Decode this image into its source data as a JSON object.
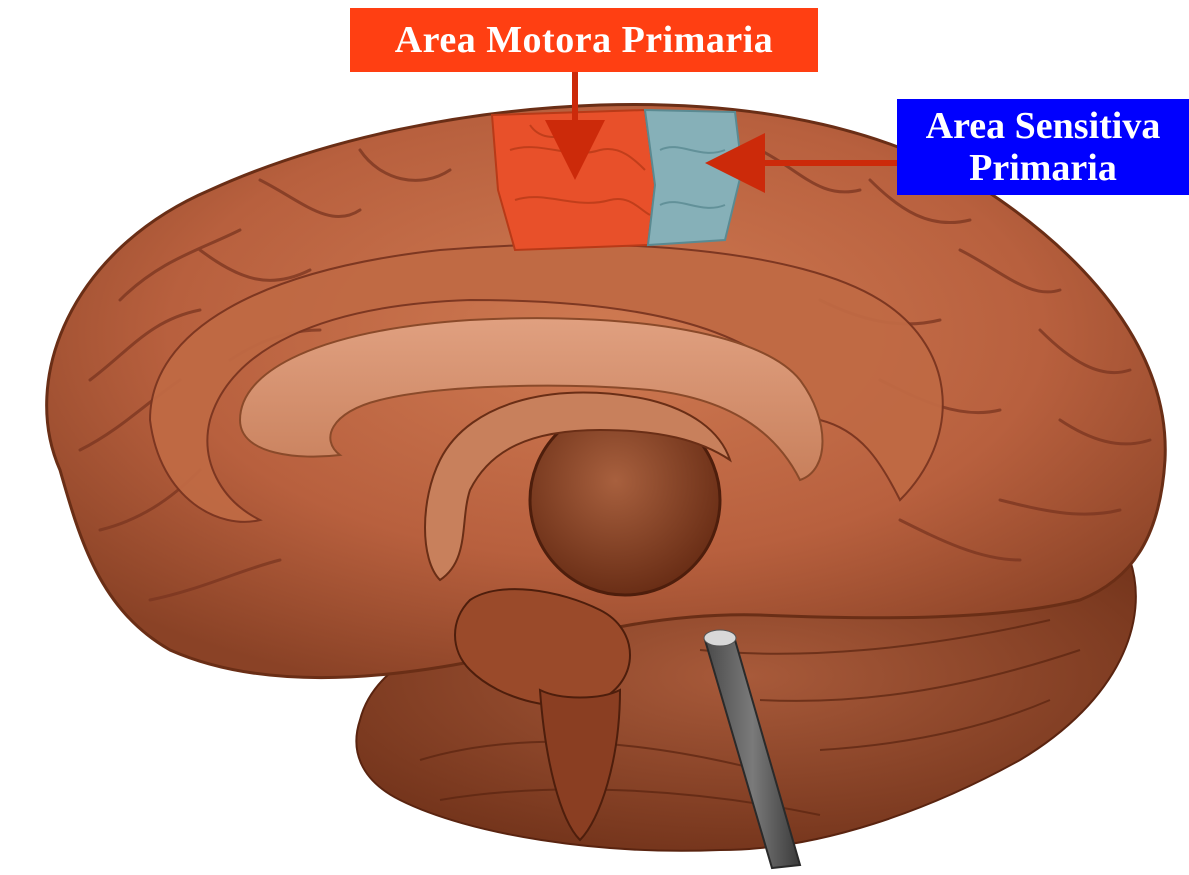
{
  "colors": {
    "background": "#ffffff",
    "motor_area": "#e8502a",
    "sensory_area": "#86b0b8",
    "brain_base": "#b8603e",
    "brain_dark": "#7a3520",
    "motor_label_bg": "#ff3f12",
    "sensory_label_bg": "#0000ff",
    "arrow": "#cc2a0a",
    "label_text": "#ffffff"
  },
  "labels": {
    "motor": "Area Motora Primaria",
    "sensory_line1": "Area Sensitiva",
    "sensory_line2": "Primaria"
  },
  "icons": {
    "brain": "brain-medial-view-illustration",
    "motor_arrow": "arrow-down",
    "sensory_arrow": "arrow-left"
  }
}
